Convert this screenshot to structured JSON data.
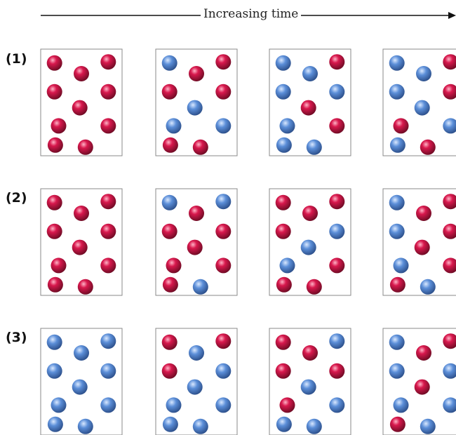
{
  "header": {
    "time_label": "Increasing time"
  },
  "colors": {
    "species_red": "#d8184d",
    "species_blue": "#5b8ed8",
    "frame_border": "#8a8a8a",
    "arrow": "#111111"
  },
  "rows": [
    {
      "label": "(1)",
      "frames": [
        {
          "red": 10,
          "blue": 0
        },
        {
          "red": 6,
          "blue": 4
        },
        {
          "red": 3,
          "blue": 7
        },
        {
          "red": 4,
          "blue": 6
        }
      ]
    },
    {
      "label": "(2)",
      "frames": [
        {
          "red": 10,
          "blue": 0
        },
        {
          "red": 7,
          "blue": 3
        },
        {
          "red": 7,
          "blue": 3
        },
        {
          "red": 6,
          "blue": 4
        }
      ]
    },
    {
      "label": "(3)",
      "frames": [
        {
          "red": 0,
          "blue": 10
        },
        {
          "red": 3,
          "blue": 7
        },
        {
          "red": 5,
          "blue": 5
        },
        {
          "red": 4,
          "blue": 6
        }
      ]
    }
  ]
}
